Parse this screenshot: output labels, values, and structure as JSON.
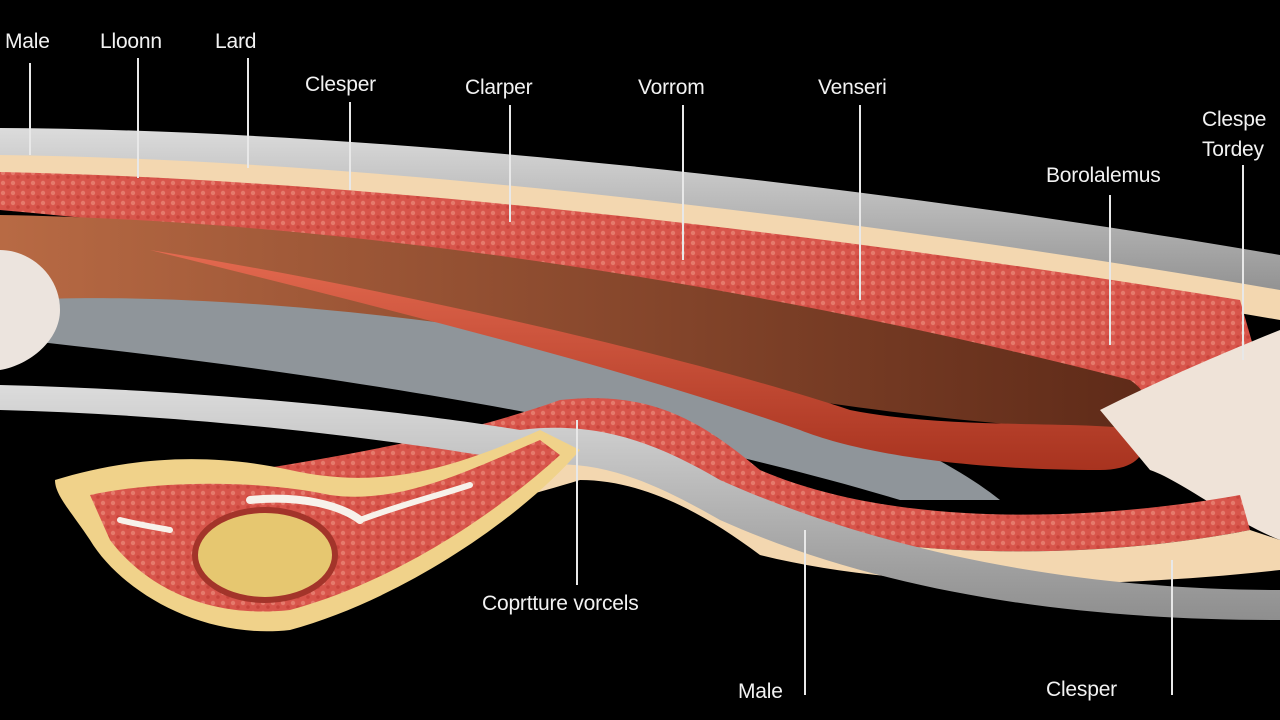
{
  "labels": {
    "male_top": "Male",
    "lloon": "Lloonn",
    "lard": "Lard",
    "clesper_1": "Clesper",
    "clarper": "Clarper",
    "vorrom": "Vorrom",
    "venseri": "Venseri",
    "clespe": "Clespe",
    "tordey": "Tordey",
    "borolalemus": "Borolalemus",
    "copriture": "Coprtture vorcels",
    "male_bottom": "Male",
    "clesper_2": "Clesper"
  },
  "colors": {
    "background": "#000000",
    "sheath": "#b9b9b9",
    "muscle": "#d9534a",
    "fat_layer": "#f3d7b0",
    "cavity": "#9a4a2c",
    "vessel": "#c9482f",
    "yolk": "#e6c770"
  }
}
